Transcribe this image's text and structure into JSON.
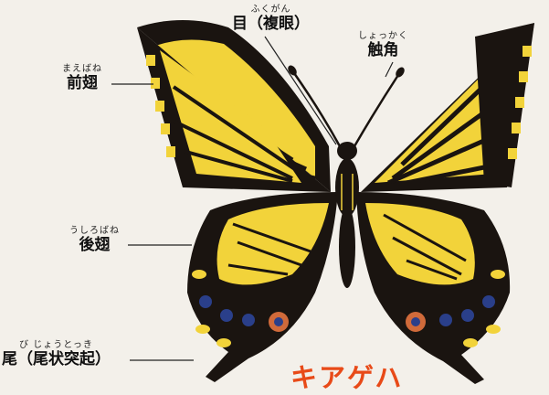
{
  "labels": {
    "compound_eye": {
      "ruby": "ふくがん",
      "text": "目（複眼）"
    },
    "antenna": {
      "ruby": "しょっかく",
      "text": "触角"
    },
    "forewing": {
      "ruby": "まえばね",
      "text": "前翅"
    },
    "hindwing": {
      "ruby": "うしろばね",
      "text": "後翅"
    },
    "tail": {
      "ruby": "び じょうとっき",
      "text": "尾（尾状突起）"
    }
  },
  "title": "キアゲハ",
  "colors": {
    "background": "#f3f0ea",
    "wing_yellow": "#f2d33a",
    "wing_black": "#1a1410",
    "blue_spot": "#2a3f8a",
    "eye_spot": "#d06a3a",
    "title": "#e84a18"
  }
}
